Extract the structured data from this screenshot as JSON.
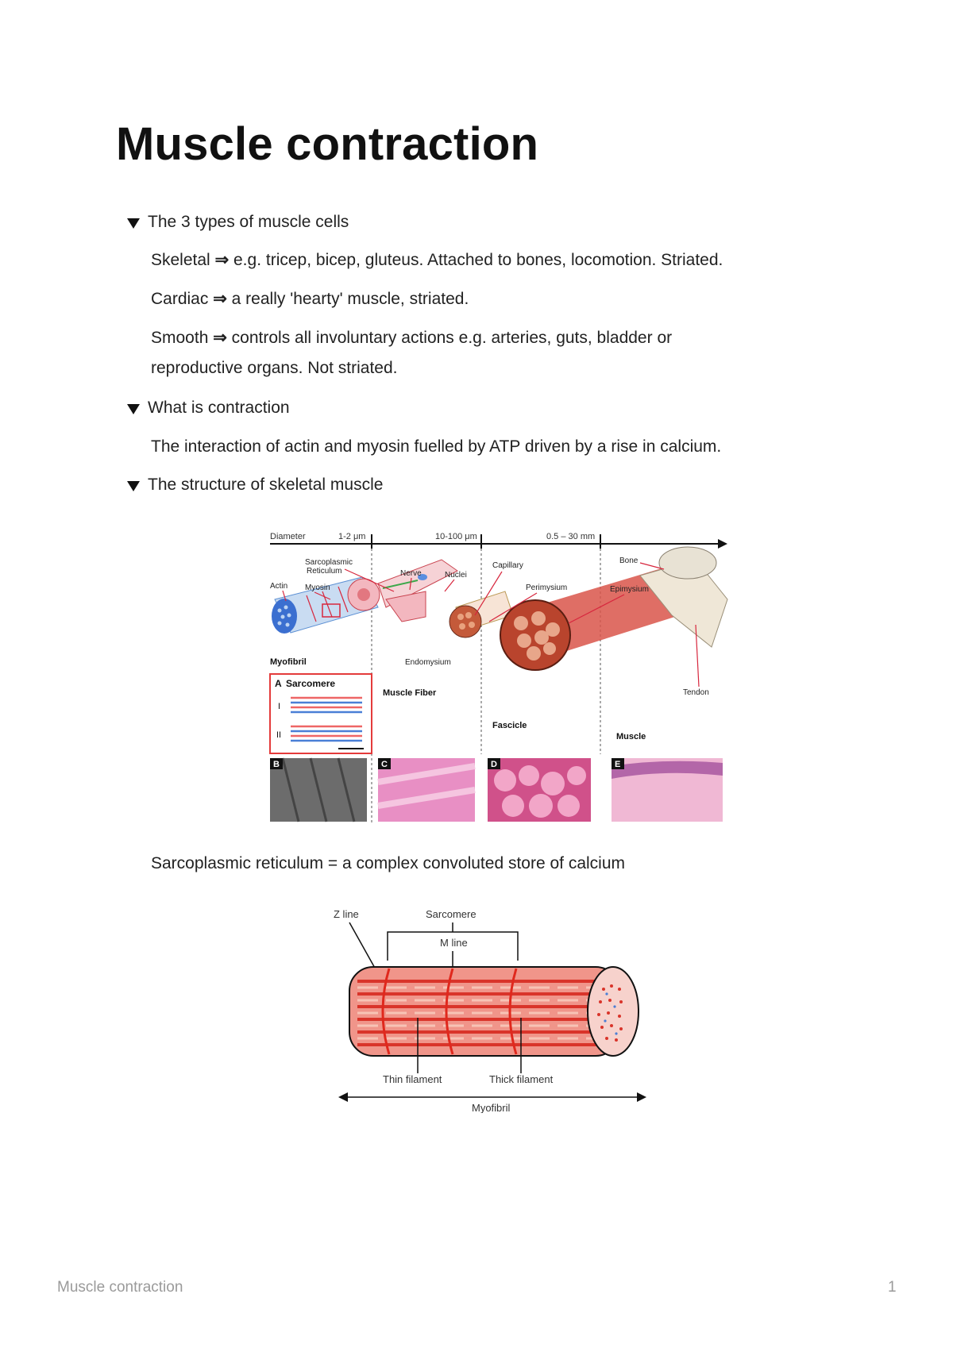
{
  "document": {
    "title": "Muscle contraction",
    "sections": [
      {
        "heading": "The 3 types of muscle cells",
        "lines": [
          {
            "term": "Skeletal",
            "arrow": "⇒",
            "text": " e.g. tricep, bicep, gluteus. Attached to bones, locomotion. Striated."
          },
          {
            "term": "Cardiac",
            "arrow": "⇒",
            "text": " a really 'hearty' muscle, striated."
          },
          {
            "term": "Smooth",
            "arrow": "⇒",
            "text": " controls all involuntary actions e.g. arteries, guts, bladder or",
            "text2": "reproductive organs. Not striated."
          }
        ]
      },
      {
        "heading": "What is contraction",
        "body": "The interaction of actin and myosin fuelled by ATP driven by a rise in calcium."
      },
      {
        "heading": "The structure of skeletal muscle",
        "caption": "Sarcoplasmic reticulum = a complex convoluted store of calcium"
      }
    ]
  },
  "figure1": {
    "diameter_label": "Diameter",
    "ranges": [
      "1-2 μm",
      "10-100 μm",
      "0.5 – 30  mm"
    ],
    "labels": {
      "sr": "Sarcoplasmic",
      "sr2": "Reticulum",
      "actin": "Actin",
      "myosin": "Myosin",
      "nerve": "Nerve",
      "nuclei": "Nuclei",
      "capillary": "Capillary",
      "perimysium": "Perimysium",
      "bone": "Bone",
      "epimysium": "Epimysium",
      "endomysium": "Endomysium",
      "myofibril": "Myofibril",
      "sarcomere": "Sarcomere",
      "muscle_fiber": "Muscle Fiber",
      "fascicle": "Fascicle",
      "muscle": "Muscle",
      "tendon": "Tendon",
      "panel_a": "A",
      "row_i": "I",
      "row_ii": "II",
      "panel_b": "B",
      "panel_c": "C",
      "panel_d": "D",
      "panel_e": "E"
    }
  },
  "figure2": {
    "z_line": "Z line",
    "sarcomere": "Sarcomere",
    "m_line": "M line",
    "thin_filament": "Thin filament",
    "thick_filament": "Thick filament",
    "myofibril": "Myofibril"
  },
  "footer": {
    "title": "Muscle contraction",
    "page": "1"
  }
}
